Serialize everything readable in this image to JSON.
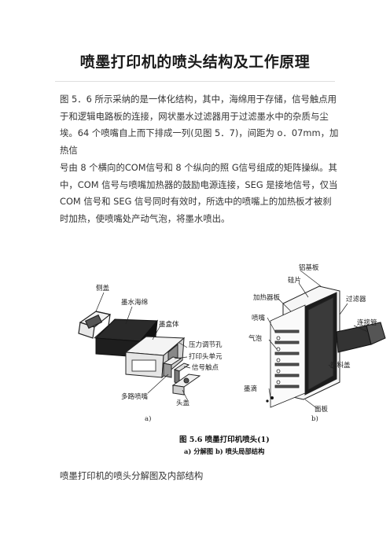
{
  "document": {
    "title": "喷墨打印机的喷头结构及工作原理",
    "paragraph1": "图 5．6 所示采纳的是一体化结构，其中，海绵用于存储，信号触点用于和逻辑电路板的连接，网状墨水过滤器用于过滤墨水中的杂质与尘埃。64 个喷嘴自上而下排成一列(见图 5．7)，间距为 o．07mm，加热信",
    "paragraph2": "号由 8 个横向的COM信号和 8 个纵向的照 G信号组成的矩阵操纵。其中，COM 信号与喷嘴加热器的鼓励电源连接，SEG 是接地信号，仅当 COM 信号和 SEG 信号同时有效时，所选中的喷嘴上的加热板才被刹时加热，使喷嘴处产动气泡，将墨水喷出。",
    "caption": "喷墨打印机的喷头分解图及内部结构"
  },
  "figure": {
    "labels_a": {
      "side_cover": "侧盖",
      "ink_sponge": "墨水海绵",
      "ink_box": "墨盒体",
      "pressure_hole": "压力调节孔",
      "print_head_unit": "打印头单元",
      "signal_contact": "信号触点",
      "multi_nozzle": "多路喷嘴",
      "head_cover": "头盖",
      "tag": "a)"
    },
    "labels_b": {
      "al_substrate": "铝基板",
      "si_chip": "硅片",
      "heater_plate": "加热器板",
      "nozzle": "喷嘴",
      "bubble": "气泡",
      "filter": "过滤器",
      "connector": "连接管",
      "plastic_cover": "塑料盖",
      "ink_drop": "墨滴",
      "face_plate": "面板",
      "tag": "b)"
    },
    "title": "图 5.6   喷墨打印机喷头(1)",
    "subtitle": "a) 分解图   b) 喷头局部结构"
  }
}
